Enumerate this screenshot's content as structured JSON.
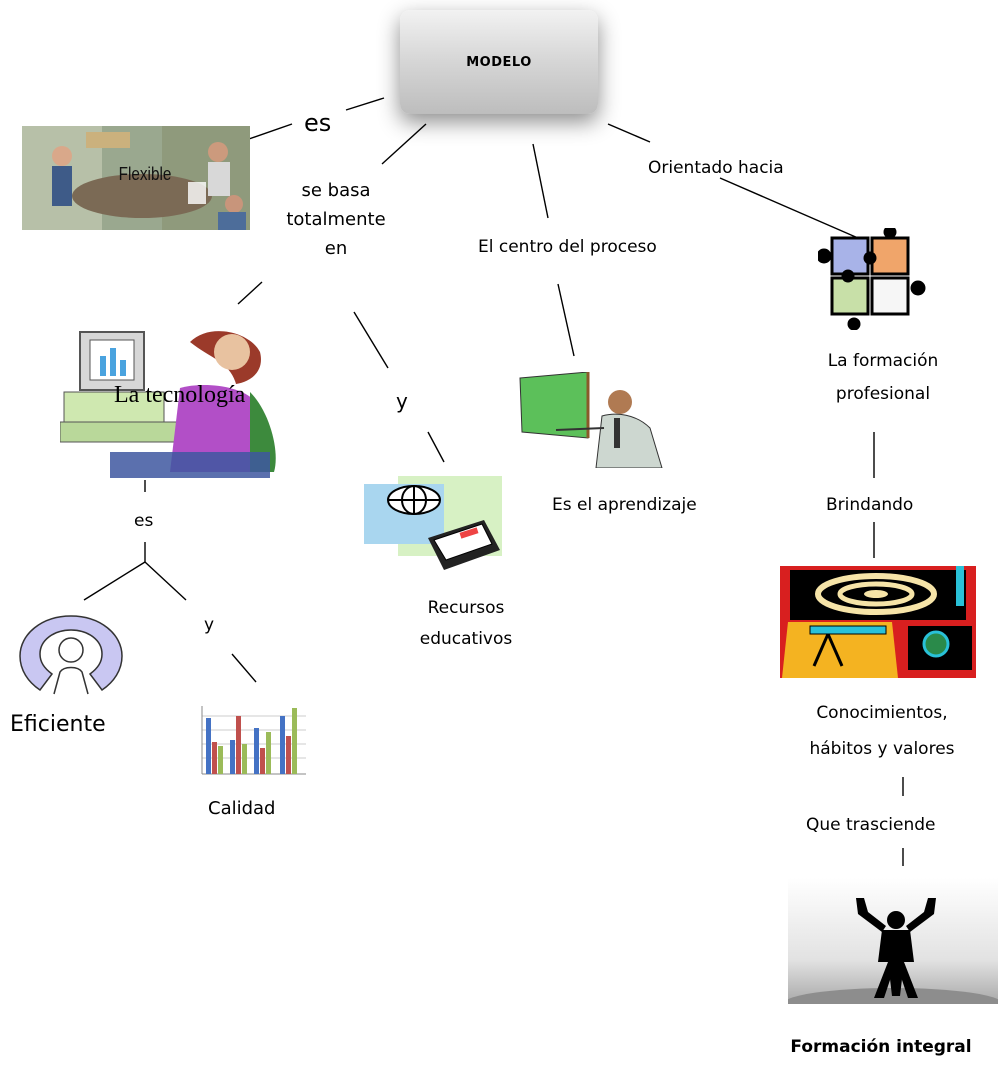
{
  "root": {
    "title": "MODELO"
  },
  "connectors": {
    "es_left": "es",
    "se_basa": "se basa totalmente en",
    "y_mid": "y",
    "centro": "El centro del proceso",
    "orientado": "Orientado hacia",
    "es_low": "es",
    "y_low": "y",
    "brindando": "Brindando",
    "que_trasciende": "Que trasciende"
  },
  "nodes": {
    "flexible": "Flexible",
    "tecnologia": "La tecnología",
    "recursos": "Recursos educativos",
    "aprendizaje": "Es el aprendizaje",
    "formacion_profesional": "La formación profesional",
    "conocimientos": "Conocimientos, hábitos y valores",
    "formacion_integral": "Formación integral",
    "eficiente": "Eficiente",
    "calidad": "Calidad"
  }
}
